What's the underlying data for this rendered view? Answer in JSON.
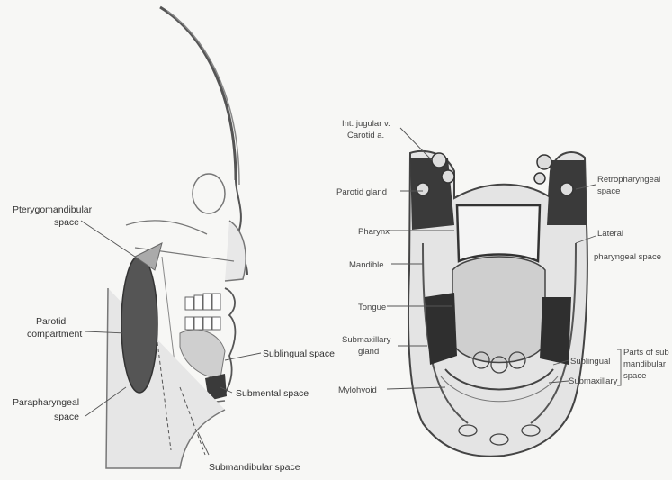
{
  "left_figure": {
    "labels": {
      "pterygomandibular": [
        "Pterygomandibular",
        "space"
      ],
      "parotid": [
        "Parotid",
        "compartment"
      ],
      "parapharyngeal": [
        "Parapharyngeal",
        "space"
      ],
      "sublingual": "Sublingual space",
      "submental": "Submental space",
      "submandibular": "Submandibular space"
    }
  },
  "right_figure": {
    "labels": {
      "int_jugular": "Int. jugular v.",
      "carotid": "Carotid a.",
      "parotid_gland": "Parotid gland",
      "pharynx": "Pharynx",
      "mandible": "Mandible",
      "tongue": "Tongue",
      "submaxillary": [
        "Submaxillary",
        "gland"
      ],
      "mylohyoid": "Mylohyoid",
      "retropharyngeal": [
        "Retropharyngeal",
        "space"
      ],
      "lateral_pharyngeal": [
        "Lateral",
        "pharyngeal space"
      ],
      "sublingual": "Sublingual",
      "submaxillary_r": "Submaxillary",
      "parts_of": [
        "Parts of sub",
        "mandibular",
        "space"
      ]
    }
  }
}
